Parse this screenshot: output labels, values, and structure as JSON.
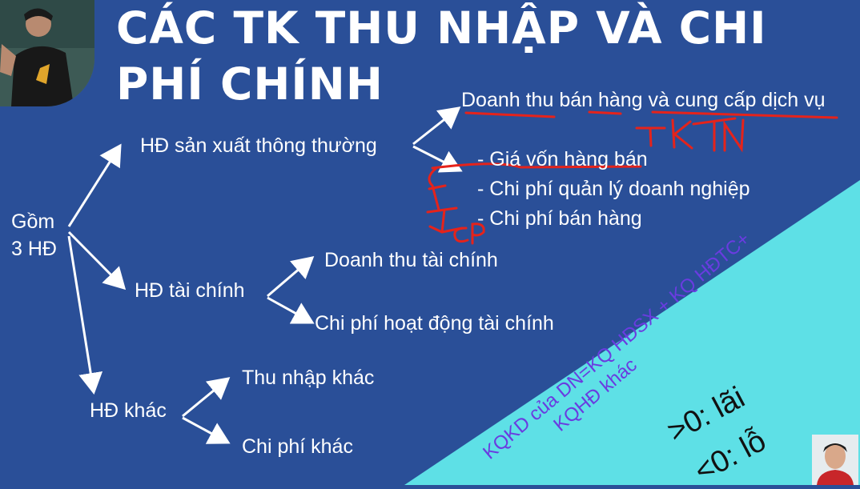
{
  "slide": {
    "title": "CÁC TK THU NHẬP VÀ CHI PHÍ CHÍNH",
    "root_line1": "Gồm",
    "root_line2": "3 HĐ",
    "branches": {
      "sxkd": {
        "label": "HĐ sản xuất thông thường",
        "revenue": "Doanh thu bán hàng và cung cấp dịch vụ",
        "expenses": [
          "- Giá vốn hàng bán",
          "- Chi phí quản lý doanh nghiệp",
          "- Chi phí bán hàng"
        ]
      },
      "tai_chinh": {
        "label": "HĐ tài chính",
        "revenue": "Doanh thu tài chính",
        "expense": "Chi phí hoạt động tài chính"
      },
      "khac": {
        "label": "HĐ khác",
        "revenue": "Thu nhập khác",
        "expense": "Chi phí khác"
      }
    },
    "note_line1": "KQKD của DN=KQ HĐSX + KQ HĐTC+",
    "note_line2": "KQHĐ khác",
    "result_profit": ">0: lãi",
    "result_loss": "<0: lỗ",
    "handwriting": {
      "tktn": "TK TN",
      "tkcp": "TK CP"
    }
  },
  "colors": {
    "background": "#2a4f98",
    "cyan_corner": "#5ee0e6",
    "text": "#ffffff",
    "annotation_red": "#e5231b",
    "note_purple": "#6a3ce0"
  }
}
